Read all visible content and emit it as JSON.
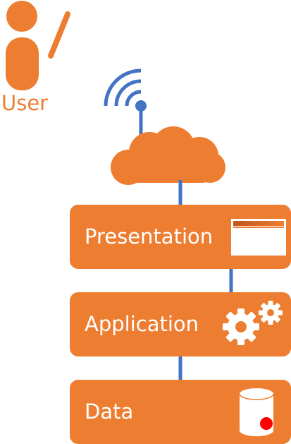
{
  "user": {
    "label": "User",
    "icon": "person-icon"
  },
  "tiers": [
    {
      "label": "Presentation",
      "icon": "browser-window-icon"
    },
    {
      "label": "Application",
      "icon": "gears-icon"
    },
    {
      "label": "Data",
      "icon": "database-icon"
    }
  ],
  "colors": {
    "accent": "#ED7D31",
    "connector": "#4472C4",
    "text_on_accent": "#FFFFFF",
    "database_dot": "#FF0000"
  }
}
